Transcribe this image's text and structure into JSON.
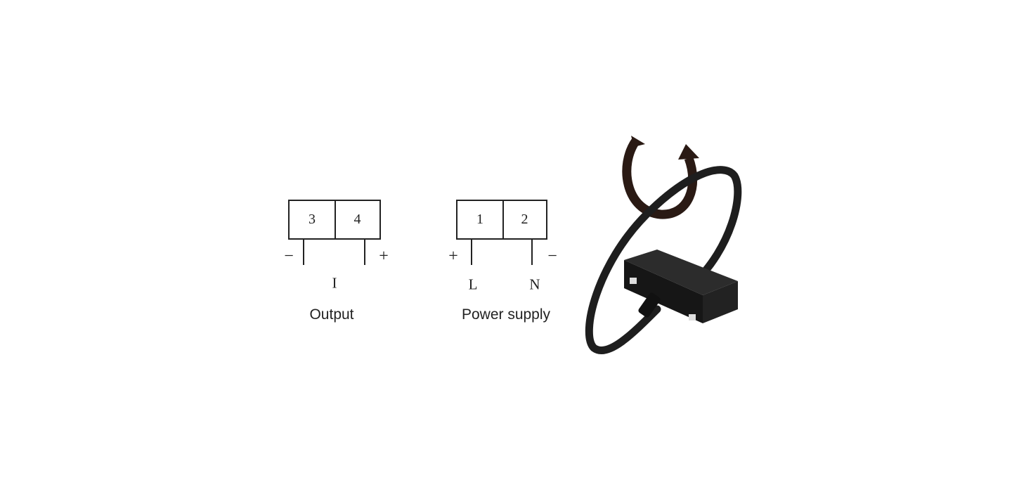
{
  "output_terminal": {
    "terminals": [
      "3",
      "4"
    ],
    "polarity_left": "−",
    "polarity_right": "+",
    "signal_label": "I",
    "caption": "Output"
  },
  "power_terminal": {
    "terminals": [
      "1",
      "2"
    ],
    "polarity_left": "+",
    "polarity_right": "−",
    "line_label": "L",
    "neutral_label": "N",
    "caption": "Power supply"
  }
}
